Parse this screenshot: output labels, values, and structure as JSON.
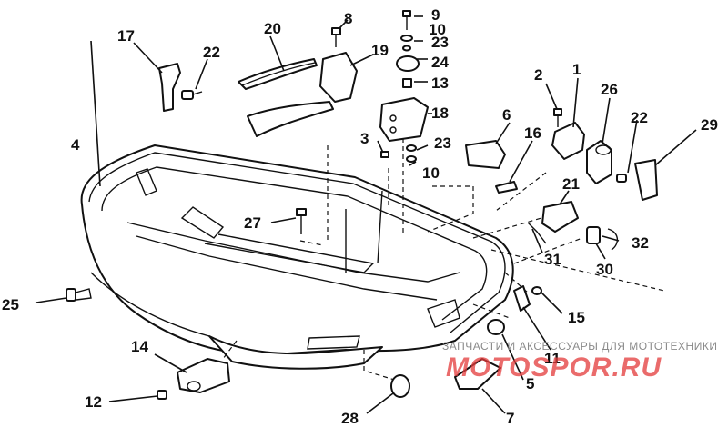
{
  "callouts": {
    "c1": "1",
    "c2": "2",
    "c3": "3",
    "c4": "4",
    "c5": "5",
    "c6": "6",
    "c7": "7",
    "c8": "8",
    "c9": "9",
    "c10a": "10",
    "c10b": "10",
    "c11": "11",
    "c12": "12",
    "c13": "13",
    "c14": "14",
    "c15": "15",
    "c16": "16",
    "c17": "17",
    "c18": "18",
    "c19": "19",
    "c20": "20",
    "c21": "21",
    "c22a": "22",
    "c22b": "22",
    "c23a": "23",
    "c23b": "23",
    "c24": "24",
    "c25": "25",
    "c26": "26",
    "c27": "27",
    "c28": "28",
    "c29": "29",
    "c30": "30",
    "c31": "31",
    "c32": "32"
  },
  "watermark": {
    "subtitle": "ЗАПЧАСТИ И АКСЕССУАРЫ ДЛЯ МОТОТЕХНИКИ",
    "logo": "MOTOSPOR.RU"
  }
}
